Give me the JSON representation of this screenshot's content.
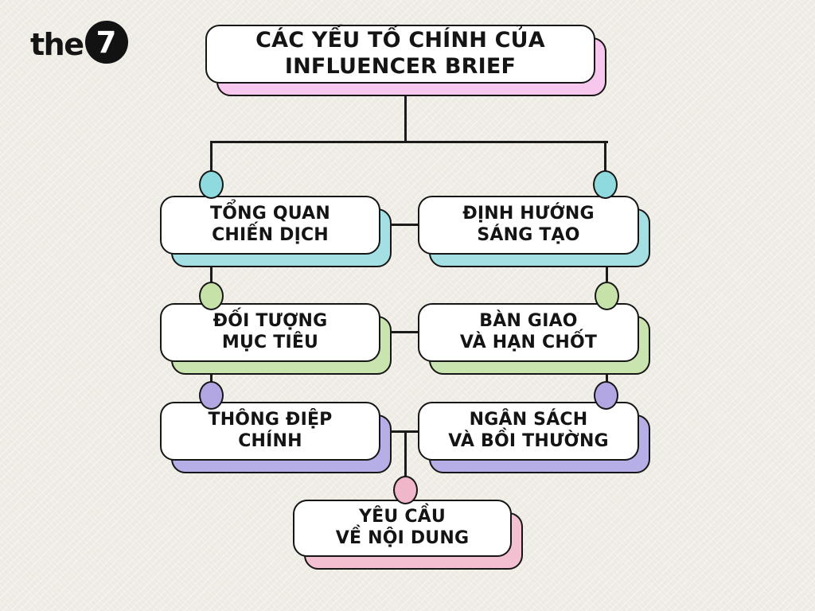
{
  "canvas": {
    "background": "#efede5",
    "line_color": "#1b1b1b",
    "card_fill": "#ffffff",
    "border_color": "#161616"
  },
  "logo": {
    "text": "the",
    "badge": "7"
  },
  "title": {
    "line1": "CÁC YẾU TỐ CHÍNH CỦA",
    "line2": "INFLUENCER BRIEF",
    "accent": "#f8c7ee"
  },
  "nodes": [
    {
      "id": "campaign-overview",
      "line1": "TỔNG QUAN",
      "line2": "CHIẾN DỊCH",
      "accent": "#a4e0e3",
      "dot": "#8edade"
    },
    {
      "id": "creative-direction",
      "line1": "ĐỊNH HƯỚNG",
      "line2": "SÁNG TẠO",
      "accent": "#a4e0e3",
      "dot": "#8edade"
    },
    {
      "id": "target-audience",
      "line1": "ĐỐI TƯỢNG",
      "line2": "MỤC TIÊU",
      "accent": "#c9e4ae",
      "dot": "#c6e2a8"
    },
    {
      "id": "deliverables-deadline",
      "line1": "BÀN GIAO",
      "line2": "VÀ HẠN CHỐT",
      "accent": "#c9e4ae",
      "dot": "#c6e2a8"
    },
    {
      "id": "key-message",
      "line1": "THÔNG ĐIỆP",
      "line2": "CHÍNH",
      "accent": "#b6aee6",
      "dot": "#b2a7e2"
    },
    {
      "id": "budget-compensation",
      "line1": "NGÂN SÁCH",
      "line2": "VÀ BỒI THƯỜNG",
      "accent": "#b6aee6",
      "dot": "#b2a7e2"
    },
    {
      "id": "content-requirements",
      "line1": "YÊU CẦU",
      "line2": "VỀ NỘI DUNG",
      "accent": "#f3c0d2",
      "dot": "#f0b6ca"
    }
  ]
}
